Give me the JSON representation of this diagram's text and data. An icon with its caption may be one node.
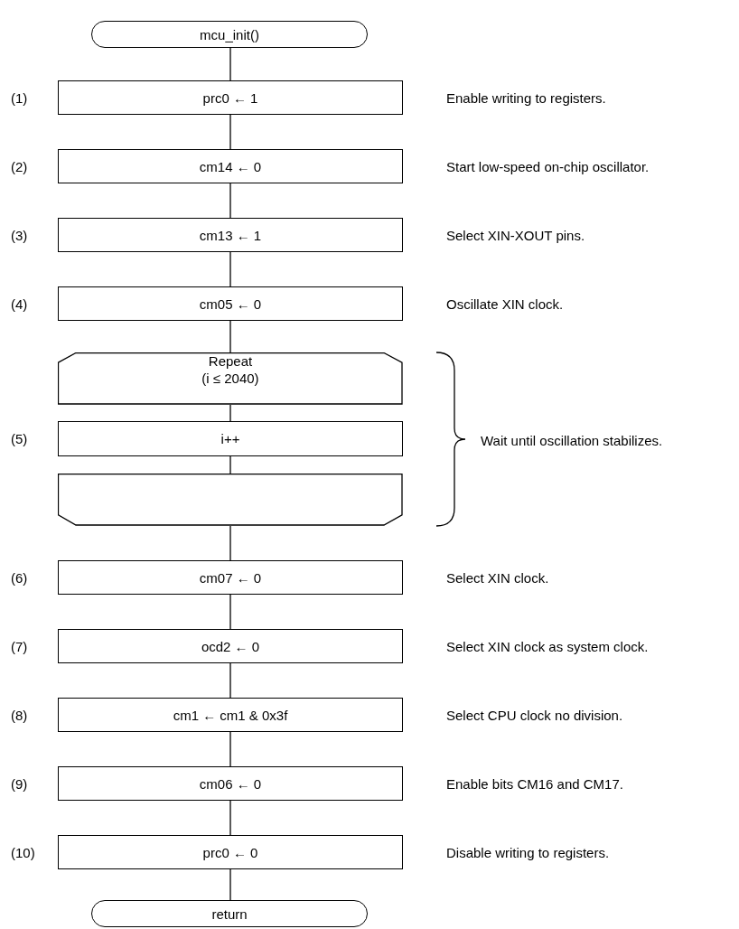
{
  "diagram": {
    "nodes": [
      {
        "text": [
          "mcu_init()"
        ]
      },
      {
        "text": [
          "prc0 ← 1"
        ],
        "beside": [
          "(1)",
          "Enable writing to registers."
        ]
      },
      {
        "text": [
          "cm14 ← 0"
        ],
        "beside": [
          "(2)",
          "Start low-speed on-chip oscillator."
        ]
      },
      {
        "text": [
          "cm13 ← 1"
        ],
        "beside": [
          "(3)",
          "Select XIN-XOUT pins."
        ]
      },
      {
        "text": [
          "cm05 ← 0"
        ],
        "beside": [
          "(4)",
          "Oscillate XIN clock."
        ]
      },
      {
        "text": [
          "Repeat",
          "(i ≤ 2040)"
        ]
      },
      {
        "text": [
          "i++"
        ],
        "beside": [
          "(5)"
        ]
      },
      {
        "text": [],
        "shape": "box"
      },
      {
        "text": [
          "cm07 ← 0"
        ],
        "beside": [
          "(6)",
          "Select XIN clock."
        ]
      },
      {
        "text": [
          "ocd2 ← 0"
        ],
        "beside": [
          "(7)",
          "Select XIN clock as system clock."
        ]
      },
      {
        "text": [
          "cm1 ← cm1 & 0x3f"
        ],
        "beside": [
          "(8)",
          "Select CPU clock no division."
        ]
      },
      {
        "text": [
          "cm06 ← 0"
        ],
        "beside": [
          "(9)",
          "Enable bits CM16 and CM17."
        ]
      },
      {
        "text": [
          "prc0 ← 0"
        ],
        "beside": [
          "(10)",
          "Disable writing to registers."
        ]
      },
      {
        "text": [
          "return"
        ]
      }
    ],
    "edges": [
      {
        "from": 0,
        "to": 1,
        "arrow": "none"
      },
      {
        "from": 1,
        "to": 2,
        "arrow": "none"
      },
      {
        "from": 2,
        "to": 3,
        "arrow": "none"
      },
      {
        "from": 3,
        "to": 4,
        "arrow": "none"
      },
      {
        "from": 4,
        "to": 5,
        "arrow": "none"
      },
      {
        "from": 5,
        "to": 6,
        "arrow": "none"
      },
      {
        "from": 6,
        "to": 7,
        "arrow": "none"
      },
      {
        "from": 7,
        "to": 8,
        "arrow": "none"
      },
      {
        "from": 8,
        "to": 9,
        "arrow": "none"
      },
      {
        "from": 9,
        "to": 10,
        "arrow": "none"
      },
      {
        "from": 10,
        "to": 11,
        "arrow": "none"
      },
      {
        "from": 11,
        "to": 12,
        "arrow": "none"
      },
      {
        "from": 12,
        "to": 13,
        "arrow": "none"
      }
    ],
    "labels": [
      "Wait until oscillation stabilizes."
    ]
  }
}
